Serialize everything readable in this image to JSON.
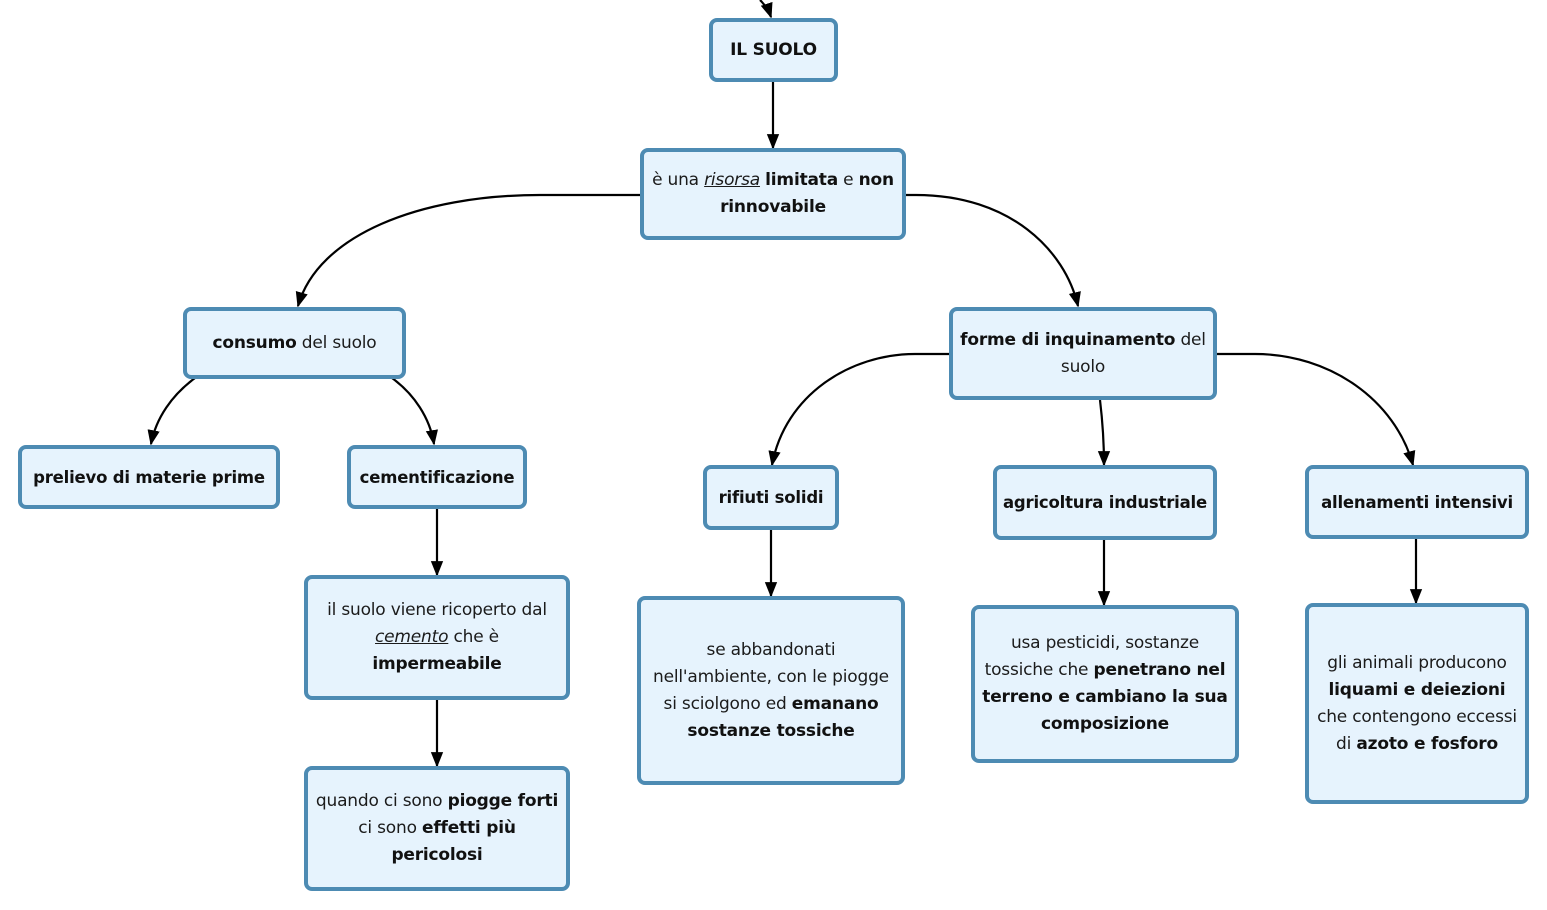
{
  "diagram": {
    "type": "concept-map",
    "colors": {
      "node_fill": "#e6f3fd",
      "node_border": "#4d8bb3",
      "edge": "#000000"
    },
    "nodes": [
      {
        "id": "root",
        "segments": [
          {
            "t": "IL SUOLO",
            "b": true
          }
        ]
      },
      {
        "id": "def",
        "segments": [
          {
            "t": "è una "
          },
          {
            "t": "risorsa",
            "i": true
          },
          {
            "t": " "
          },
          {
            "t": "limitata",
            "b": true
          },
          {
            "t": " e "
          },
          {
            "t": "non rinnovabile",
            "b": true
          }
        ]
      },
      {
        "id": "consumo",
        "segments": [
          {
            "t": "consumo",
            "b": true
          },
          {
            "t": " del suolo"
          }
        ]
      },
      {
        "id": "forme",
        "segments": [
          {
            "t": "forme di inquinamento",
            "b": true
          },
          {
            "t": " del suolo"
          }
        ]
      },
      {
        "id": "prelievo",
        "segments": [
          {
            "t": "prelievo di materie prime",
            "b": true
          }
        ]
      },
      {
        "id": "cement",
        "segments": [
          {
            "t": "cementificazione",
            "b": true
          }
        ]
      },
      {
        "id": "ricoperto",
        "segments": [
          {
            "t": "il suolo viene ricoperto dal "
          },
          {
            "t": "cemento",
            "i": true
          },
          {
            "t": " che è "
          },
          {
            "t": "impermeabile",
            "b": true
          }
        ]
      },
      {
        "id": "piogge",
        "segments": [
          {
            "t": "quando ci sono "
          },
          {
            "t": "piogge forti",
            "b": true
          },
          {
            "t": " ci sono "
          },
          {
            "t": "effetti più pericolosi",
            "b": true
          }
        ]
      },
      {
        "id": "rifiuti",
        "segments": [
          {
            "t": "rifiuti solidi",
            "b": true
          }
        ]
      },
      {
        "id": "agricoltura",
        "segments": [
          {
            "t": "agricoltura industriale",
            "b": true
          }
        ]
      },
      {
        "id": "allenamenti",
        "segments": [
          {
            "t": "allenamenti intensivi",
            "b": true
          }
        ]
      },
      {
        "id": "abbandonati",
        "segments": [
          {
            "t": "se abbandonati nell'ambiente, con le piogge si sciolgono ed "
          },
          {
            "t": "emanano sostanze tossiche",
            "b": true
          }
        ]
      },
      {
        "id": "pesticidi",
        "segments": [
          {
            "t": "usa pesticidi, sostanze tossiche che "
          },
          {
            "t": "penetrano nel terreno e cambiano la sua composizione",
            "b": true
          }
        ]
      },
      {
        "id": "animali",
        "segments": [
          {
            "t": "gli animali producono "
          },
          {
            "t": "liquami e deiezioni",
            "b": true
          },
          {
            "t": " che contengono eccessi di "
          },
          {
            "t": "azoto e fosforo",
            "b": true
          }
        ]
      }
    ],
    "edges": [
      {
        "from": "incoming",
        "to": "root"
      },
      {
        "from": "root",
        "to": "def"
      },
      {
        "from": "def",
        "to": "consumo"
      },
      {
        "from": "def",
        "to": "forme"
      },
      {
        "from": "consumo",
        "to": "prelievo"
      },
      {
        "from": "consumo",
        "to": "cement"
      },
      {
        "from": "cement",
        "to": "ricoperto"
      },
      {
        "from": "ricoperto",
        "to": "piogge"
      },
      {
        "from": "forme",
        "to": "rifiuti"
      },
      {
        "from": "forme",
        "to": "agricoltura"
      },
      {
        "from": "forme",
        "to": "allenamenti"
      },
      {
        "from": "rifiuti",
        "to": "abbandonati"
      },
      {
        "from": "agricoltura",
        "to": "pesticidi"
      },
      {
        "from": "allenamenti",
        "to": "animali"
      }
    ]
  }
}
